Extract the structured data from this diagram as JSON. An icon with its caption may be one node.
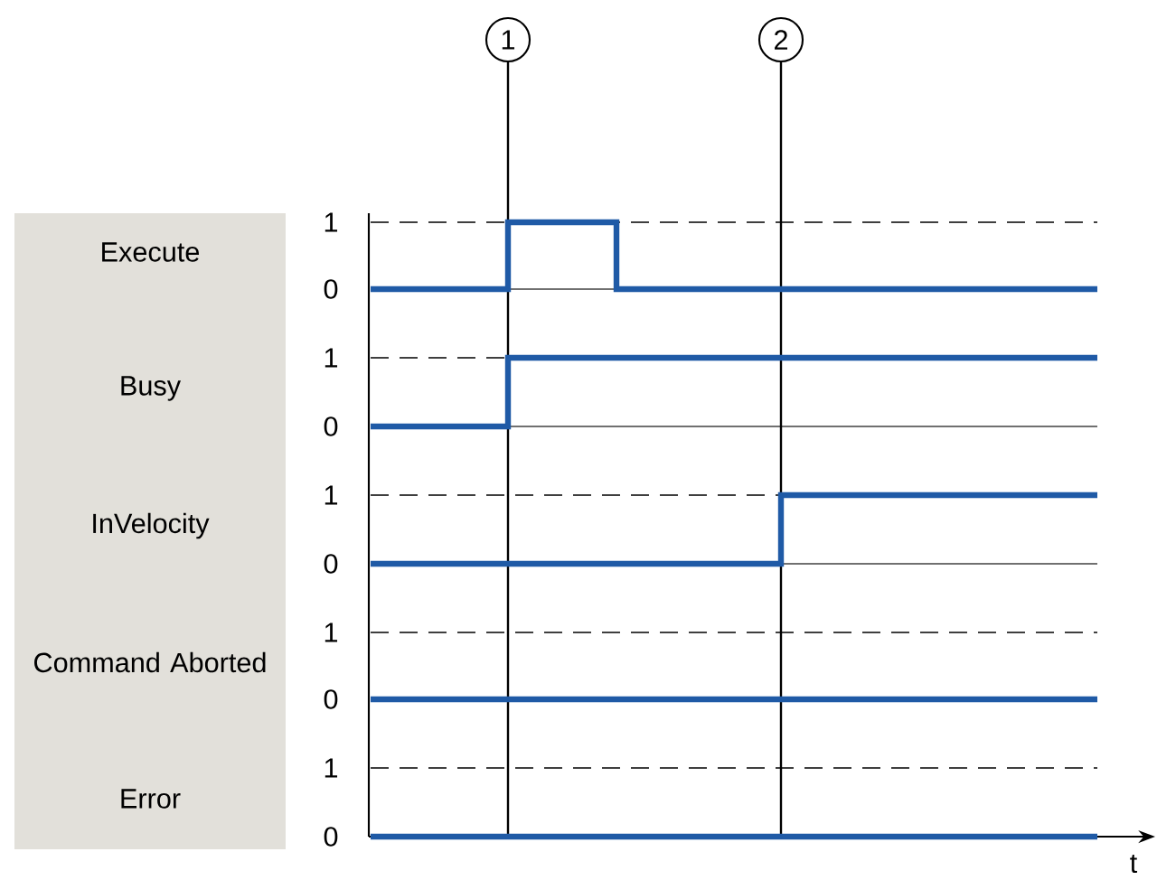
{
  "diagram": {
    "nodes": [
      {
        "text": [
          "Execute",
          "Busy",
          "InVelocity",
          "Command Aborted",
          "Error"
        ]
      },
      {
        "text": [
          "1"
        ]
      },
      {
        "text": [
          "2"
        ]
      }
    ],
    "edges": [
      {
        "from": 1,
        "to": null,
        "arrow": "none"
      },
      {
        "from": 2,
        "to": null,
        "arrow": "none"
      }
    ],
    "labels": [
      "1",
      "0",
      "1",
      "0",
      "1",
      "0",
      "1",
      "0",
      "1",
      "0",
      "t"
    ]
  }
}
